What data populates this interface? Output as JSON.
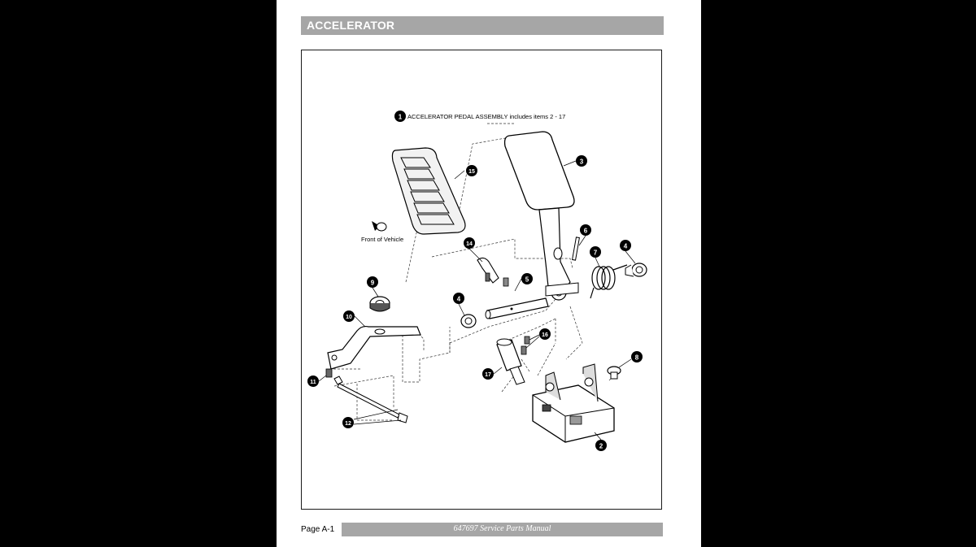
{
  "header": {
    "title": "ACCELERATOR"
  },
  "diagram": {
    "assembly_note": "ACCELERATOR PEDAL ASSEMBLY includes items 2 - 17",
    "front_label": "Front of Vehicle",
    "callouts": {
      "c1": "1",
      "c2": "2",
      "c3": "3",
      "c4a": "4",
      "c4b": "4",
      "c5": "5",
      "c6": "6",
      "c7": "7",
      "c8": "8",
      "c9": "9",
      "c10": "10",
      "c11": "11",
      "c12": "12",
      "c14": "14",
      "c15": "15",
      "c16": "16",
      "c17": "17"
    }
  },
  "footer": {
    "page_label": "Page  A-1",
    "manual_title": "647697 Service Parts Manual"
  },
  "colors": {
    "header_bar": "#a6a6a6",
    "page": "#ffffff",
    "background": "#000000"
  }
}
